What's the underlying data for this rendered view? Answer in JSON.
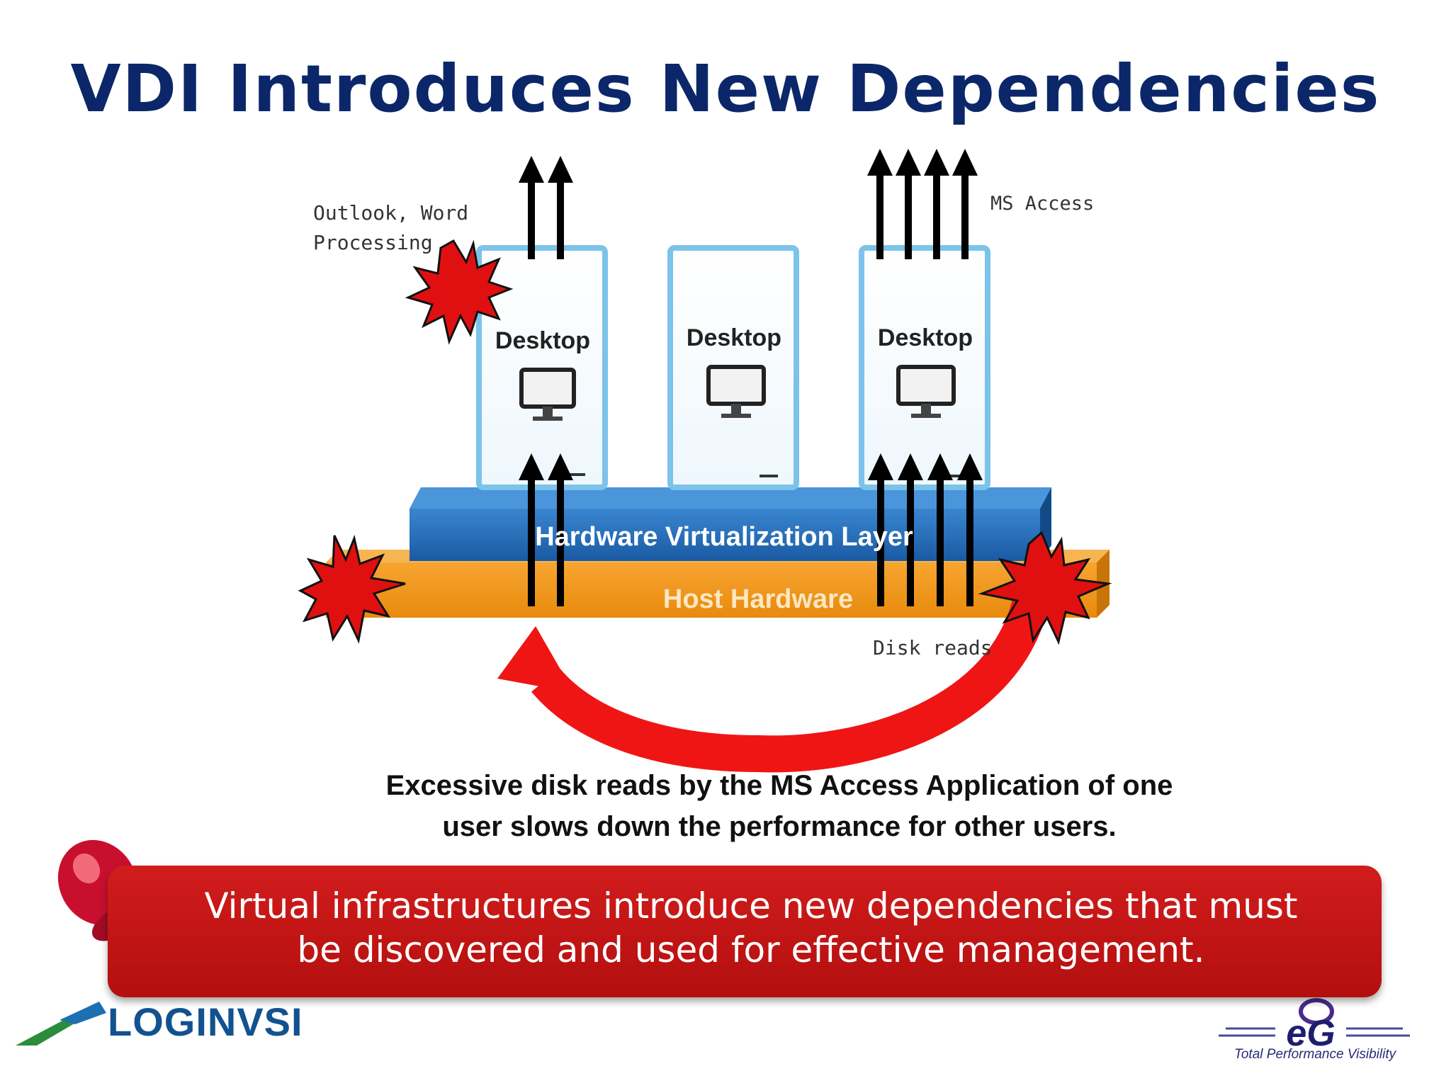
{
  "title": "VDI Introduces New Dependencies",
  "diagram": {
    "desktops": [
      {
        "label": "Desktop",
        "app_label": "Outlook, Word\nProcessing",
        "arrows_up": 2
      },
      {
        "label": "Desktop",
        "app_label": "",
        "arrows_up": 0
      },
      {
        "label": "Desktop",
        "app_label": "MS Access",
        "arrows_up": 4
      }
    ],
    "virtualization_layer": "Hardware Virtualization Layer",
    "host_hardware": "Host Hardware",
    "disk_reads_label": "Disk reads",
    "colors": {
      "desktop_border": "#7cc3ea",
      "virtualization": "#1f66b0",
      "host": "#f39a1a",
      "burst": "#e01010",
      "curved_arrow": "#f01515"
    }
  },
  "caption_line1": "Excessive disk reads by the MS Access Application of one",
  "caption_line2": "user slows down the performance for other users.",
  "banner": {
    "line1": "Virtual infrastructures introduce new dependencies that must",
    "line2": "be discovered and used for effective management.",
    "icon": "pushpin-icon"
  },
  "logos": {
    "left_text": "LOGINVSI",
    "right_mark": "eG",
    "right_tagline": "Total Performance Visibility"
  }
}
